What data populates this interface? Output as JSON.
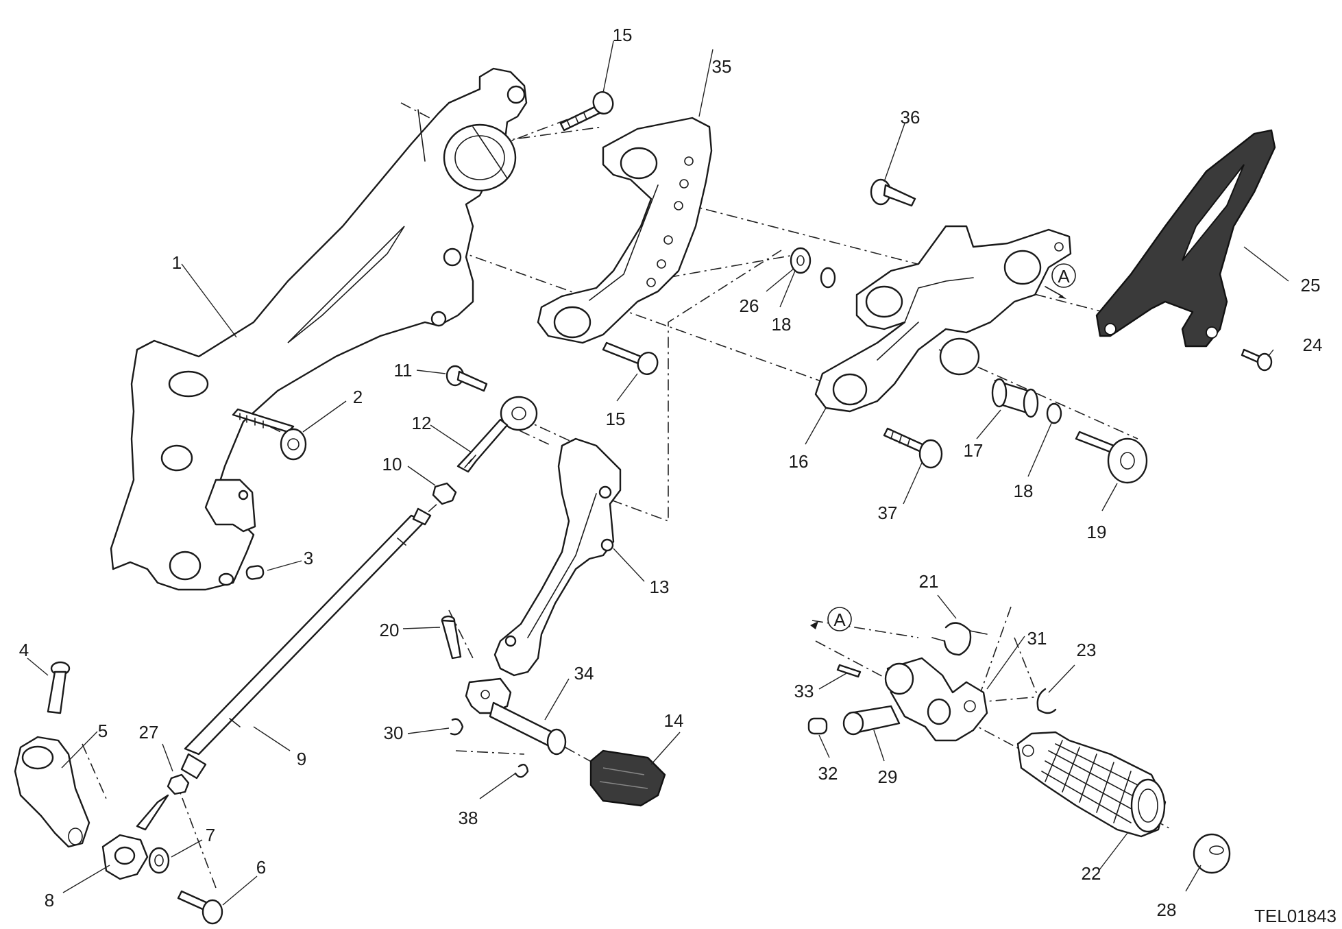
{
  "diagram_code": "TEL01843",
  "view_marker": "A",
  "callouts": [
    {
      "id": "c1",
      "text": "1"
    },
    {
      "id": "c2",
      "text": "2"
    },
    {
      "id": "c3",
      "text": "3"
    },
    {
      "id": "c4",
      "text": "4"
    },
    {
      "id": "c5",
      "text": "5"
    },
    {
      "id": "c6",
      "text": "6"
    },
    {
      "id": "c7",
      "text": "7"
    },
    {
      "id": "c8",
      "text": "8"
    },
    {
      "id": "c9",
      "text": "9"
    },
    {
      "id": "c10",
      "text": "10"
    },
    {
      "id": "c11",
      "text": "11"
    },
    {
      "id": "c12",
      "text": "12"
    },
    {
      "id": "c13",
      "text": "13"
    },
    {
      "id": "c14",
      "text": "14"
    },
    {
      "id": "c15a",
      "text": "15"
    },
    {
      "id": "c15b",
      "text": "15"
    },
    {
      "id": "c16",
      "text": "16"
    },
    {
      "id": "c17",
      "text": "17"
    },
    {
      "id": "c18a",
      "text": "18"
    },
    {
      "id": "c18b",
      "text": "18"
    },
    {
      "id": "c19",
      "text": "19"
    },
    {
      "id": "c20",
      "text": "20"
    },
    {
      "id": "c21",
      "text": "21"
    },
    {
      "id": "c22",
      "text": "22"
    },
    {
      "id": "c23",
      "text": "23"
    },
    {
      "id": "c24",
      "text": "24"
    },
    {
      "id": "c25",
      "text": "25"
    },
    {
      "id": "c26",
      "text": "26"
    },
    {
      "id": "c27",
      "text": "27"
    },
    {
      "id": "c28",
      "text": "28"
    },
    {
      "id": "c29",
      "text": "29"
    },
    {
      "id": "c30",
      "text": "30"
    },
    {
      "id": "c31",
      "text": "31"
    },
    {
      "id": "c32",
      "text": "32"
    },
    {
      "id": "c33",
      "text": "33"
    },
    {
      "id": "c34",
      "text": "34"
    },
    {
      "id": "c35",
      "text": "35"
    },
    {
      "id": "c36",
      "text": "36"
    },
    {
      "id": "c37",
      "text": "37"
    },
    {
      "id": "c38",
      "text": "38"
    }
  ]
}
